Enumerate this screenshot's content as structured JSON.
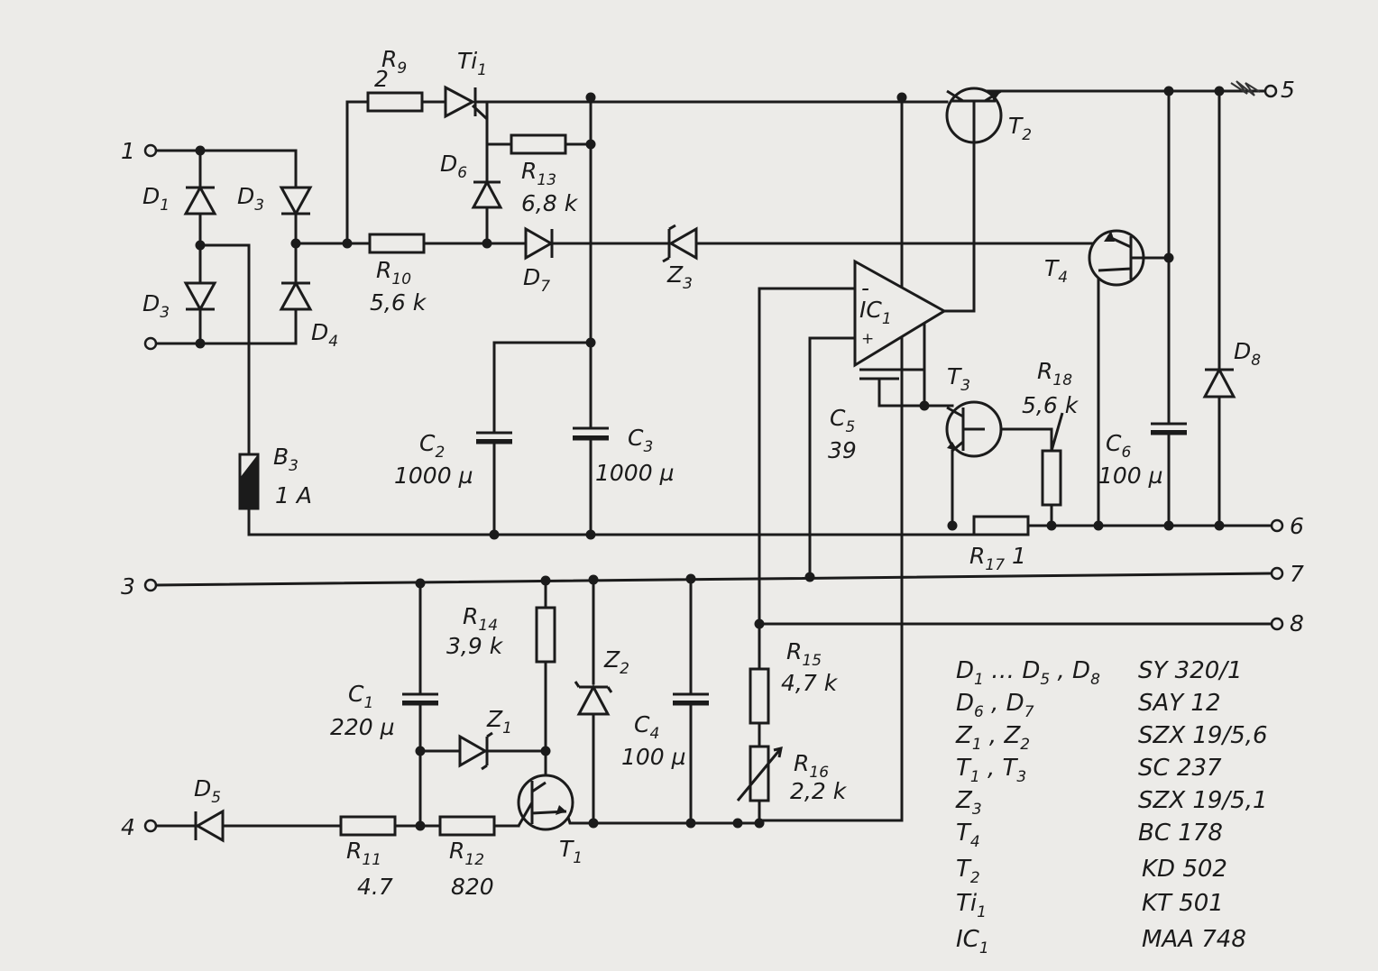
{
  "terminals": {
    "t1": "1",
    "t3": "3",
    "t4": "4",
    "t5": "5",
    "t6": "6",
    "t7": "7",
    "t8": "8"
  },
  "components": {
    "R9": {
      "ref": "R",
      "sub": "9",
      "value": "2"
    },
    "Ti1": {
      "ref": "Ti",
      "sub": "1"
    },
    "D6": {
      "ref": "D",
      "sub": "6"
    },
    "R13": {
      "ref": "R",
      "sub": "13",
      "value": "6,8 k"
    },
    "R10": {
      "ref": "R",
      "sub": "10",
      "value": "5,6 k"
    },
    "D7": {
      "ref": "D",
      "sub": "7"
    },
    "Z3": {
      "ref": "Z",
      "sub": "3"
    },
    "T2": {
      "ref": "T",
      "sub": "2"
    },
    "T4": {
      "ref": "T",
      "sub": "4"
    },
    "D1": {
      "ref": "D",
      "sub": "1"
    },
    "D3a": {
      "ref": "D",
      "sub": "3"
    },
    "D3b": {
      "ref": "D",
      "sub": "3"
    },
    "D4": {
      "ref": "D",
      "sub": "4"
    },
    "IC1": {
      "ref": "IC",
      "sub": "1",
      "minus": "-",
      "plus": "+"
    },
    "D8": {
      "ref": "D",
      "sub": "8"
    },
    "T3": {
      "ref": "T",
      "sub": "3"
    },
    "R18": {
      "ref": "R",
      "sub": "18",
      "value": "5,6 k"
    },
    "C5": {
      "ref": "C",
      "sub": "5",
      "value": "39"
    },
    "C2": {
      "ref": "C",
      "sub": "2",
      "value": "1000 µ"
    },
    "C3": {
      "ref": "C",
      "sub": "3",
      "value": "1000 µ"
    },
    "B3": {
      "ref": "B",
      "sub": "3",
      "value": "1 A"
    },
    "C6": {
      "ref": "C",
      "sub": "6",
      "value": "100 µ"
    },
    "R17": {
      "ref": "R",
      "sub": "17",
      "value": "1"
    },
    "R14": {
      "ref": "R",
      "sub": "14",
      "value": "3,9 k"
    },
    "Z2": {
      "ref": "Z",
      "sub": "2"
    },
    "C1": {
      "ref": "C",
      "sub": "1",
      "value": "220 µ"
    },
    "Z1": {
      "ref": "Z",
      "sub": "1"
    },
    "C4": {
      "ref": "C",
      "sub": "4",
      "value": "100 µ"
    },
    "R15": {
      "ref": "R",
      "sub": "15",
      "value": "4,7 k"
    },
    "R16": {
      "ref": "R",
      "sub": "16",
      "value": "2,2 k"
    },
    "D5": {
      "ref": "D",
      "sub": "5"
    },
    "R11": {
      "ref": "R",
      "sub": "11",
      "value": "4.7"
    },
    "R12": {
      "ref": "R",
      "sub": "12",
      "value": "820"
    },
    "T1": {
      "ref": "T",
      "sub": "1"
    }
  },
  "parts_list": [
    {
      "ref": "D",
      "sub": "1",
      "sep": " … ",
      "ref2": "D",
      "sub2": "5",
      "sep2": " , ",
      "ref3": "D",
      "sub3": "8",
      "part": "SY 320/1"
    },
    {
      "ref": "D",
      "sub": "6",
      "sep": " , ",
      "ref2": "D",
      "sub2": "7",
      "part": "SAY 12"
    },
    {
      "ref": "Z",
      "sub": "1",
      "sep": " , ",
      "ref2": "Z",
      "sub2": "2",
      "part": "SZX 19/5,6"
    },
    {
      "ref": "T",
      "sub": "1",
      "sep": " , ",
      "ref2": "T",
      "sub2": "3",
      "part": "SC 237"
    },
    {
      "ref": "Z",
      "sub": "3",
      "part": "SZX 19/5,1"
    },
    {
      "ref": "T",
      "sub": "4",
      "part": "BC 178"
    },
    {
      "ref": "T",
      "sub": "2",
      "part": "KD 502"
    },
    {
      "ref": "Ti",
      "sub": "1",
      "part": "KT 501"
    },
    {
      "ref": "IC",
      "sub": "1",
      "part": "MAA 748"
    }
  ]
}
